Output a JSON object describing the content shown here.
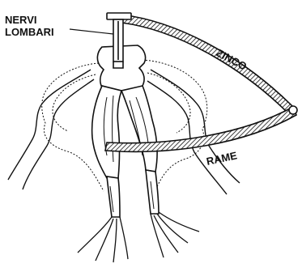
{
  "labels": {
    "nerves": [
      "NERVI",
      "LOMBARI"
    ],
    "zinc": "ZINCO",
    "copper": "RAME"
  },
  "colors": {
    "ink": "#111111",
    "background": "#ffffff"
  }
}
